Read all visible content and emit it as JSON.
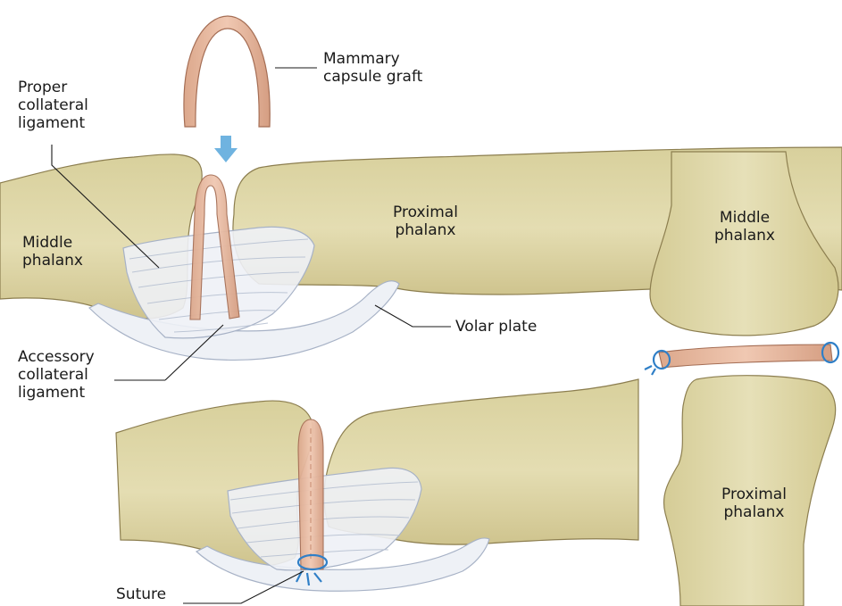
{
  "labels": {
    "mammary_graft": [
      "Mammary",
      "capsule graft"
    ],
    "proper_collateral": [
      "Proper",
      "collateral",
      "ligament"
    ],
    "middle_phalanx_top": [
      "Middle",
      "phalanx"
    ],
    "proximal_phalanx_top": [
      "Proximal",
      "phalanx"
    ],
    "volar_plate": "Volar plate",
    "accessory_collateral": [
      "Accessory",
      "collateral",
      "ligament"
    ],
    "suture": "Suture",
    "middle_phalanx_right": [
      "Middle",
      "phalanx"
    ],
    "proximal_phalanx_right": [
      "Proximal",
      "phalanx"
    ]
  },
  "colors": {
    "bone_fill": "#e2dcae",
    "bone_stroke": "#8c7e4f",
    "graft_fill": "#e9b9a0",
    "graft_stroke": "#a56e55",
    "ligament_fill": "#eef1f6",
    "ligament_stroke": "#a7b2c6",
    "arrow": "#6fb3e0",
    "suture": "#2f7fc7",
    "leader_line": "#1a1a1a"
  }
}
